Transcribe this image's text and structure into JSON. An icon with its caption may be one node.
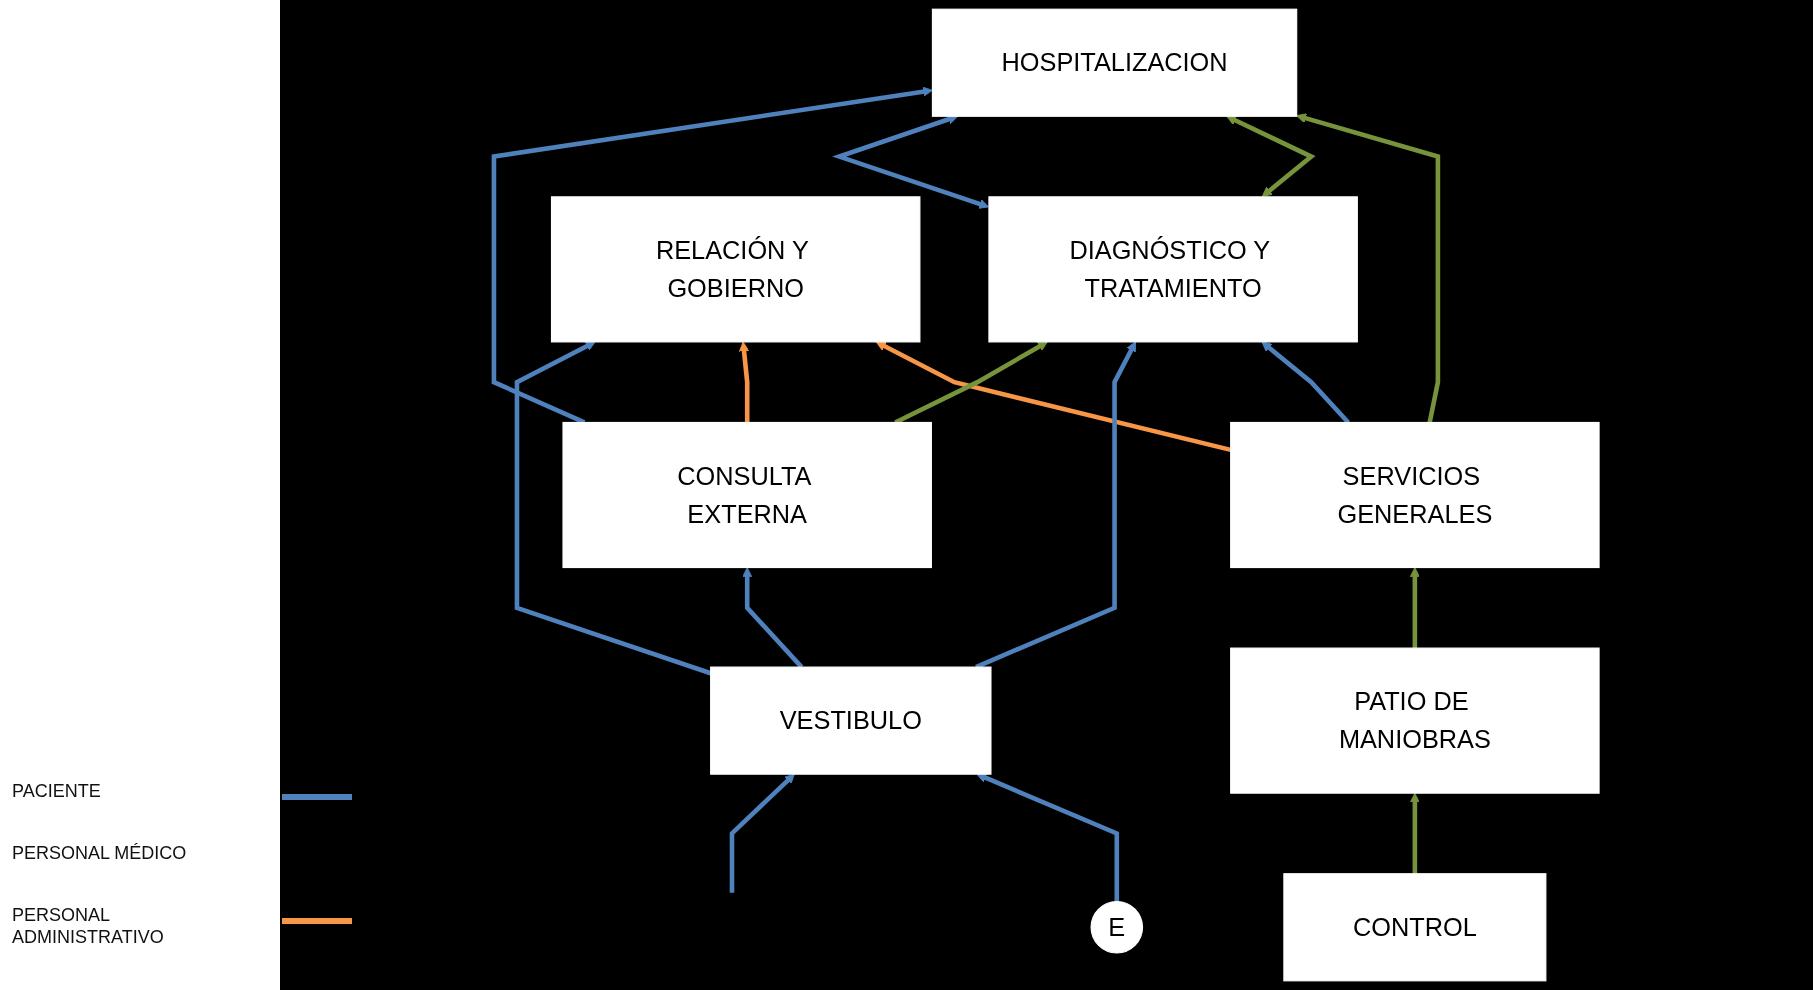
{
  "diagram": {
    "nodes": [
      {
        "text": [
          "HOSPITALIZACION"
        ]
      },
      {
        "text": [
          "SERVICIOS GENERALES"
        ]
      },
      {
        "text": [
          "RELACIÓN Y GOBIERNO"
        ]
      },
      {
        "text": [
          "DIAGNÓSTICO Y TRATAMIENTO"
        ]
      },
      {
        "text": [
          "PATIO DE MANIOBRAS"
        ]
      },
      {
        "text": [
          "CONSULTA EXTERNA"
        ]
      },
      {
        "text": [
          "CONTROL"
        ]
      },
      {
        "text": [
          "VESTIBULO"
        ]
      },
      {
        "text": [
          "E"
        ]
      }
    ],
    "edges": [
      {
        "from": 1,
        "to": 0,
        "arrow": "to",
        "color": "#77933c"
      },
      {
        "from": 1,
        "to": 2,
        "arrow": "to",
        "color": "#f79646"
      },
      {
        "from": 1,
        "to": 3,
        "arrow": "to"
      },
      {
        "from": 3,
        "to": 0,
        "arrow": "both",
        "color": "#77933c"
      },
      {
        "from": 3,
        "to": 0,
        "arrow": "both"
      },
      {
        "from": 5,
        "to": 0,
        "arrow": "to"
      },
      {
        "from": 5,
        "to": 2,
        "arrow": "to",
        "color": "#f79646"
      },
      {
        "from": 4,
        "to": 1,
        "arrow": "to",
        "color": "#77933c"
      },
      {
        "from": 6,
        "to": 4,
        "arrow": "to",
        "color": "#77933c"
      },
      {
        "from": 7,
        "to": 3,
        "arrow": "to"
      },
      {
        "from": 5,
        "to": 3,
        "arrow": "to",
        "color": "#77933c"
      },
      {
        "from": 7,
        "to": 5,
        "arrow": "to"
      },
      {
        "from": 7,
        "to": 2,
        "arrow": "to"
      },
      {
        "from": 8,
        "to": 7,
        "arrow": "to"
      },
      {
        "from": null,
        "to": 7,
        "arrow": "to"
      }
    ],
    "legend": [
      {
        "text": "PACIENTE",
        "color": "#4f81bd"
      },
      {
        "text": "PERSONAL MÉDICO"
      },
      {
        "text": "PERSONAL ADMINISTRATIVO",
        "color": "#f79646"
      }
    ]
  }
}
